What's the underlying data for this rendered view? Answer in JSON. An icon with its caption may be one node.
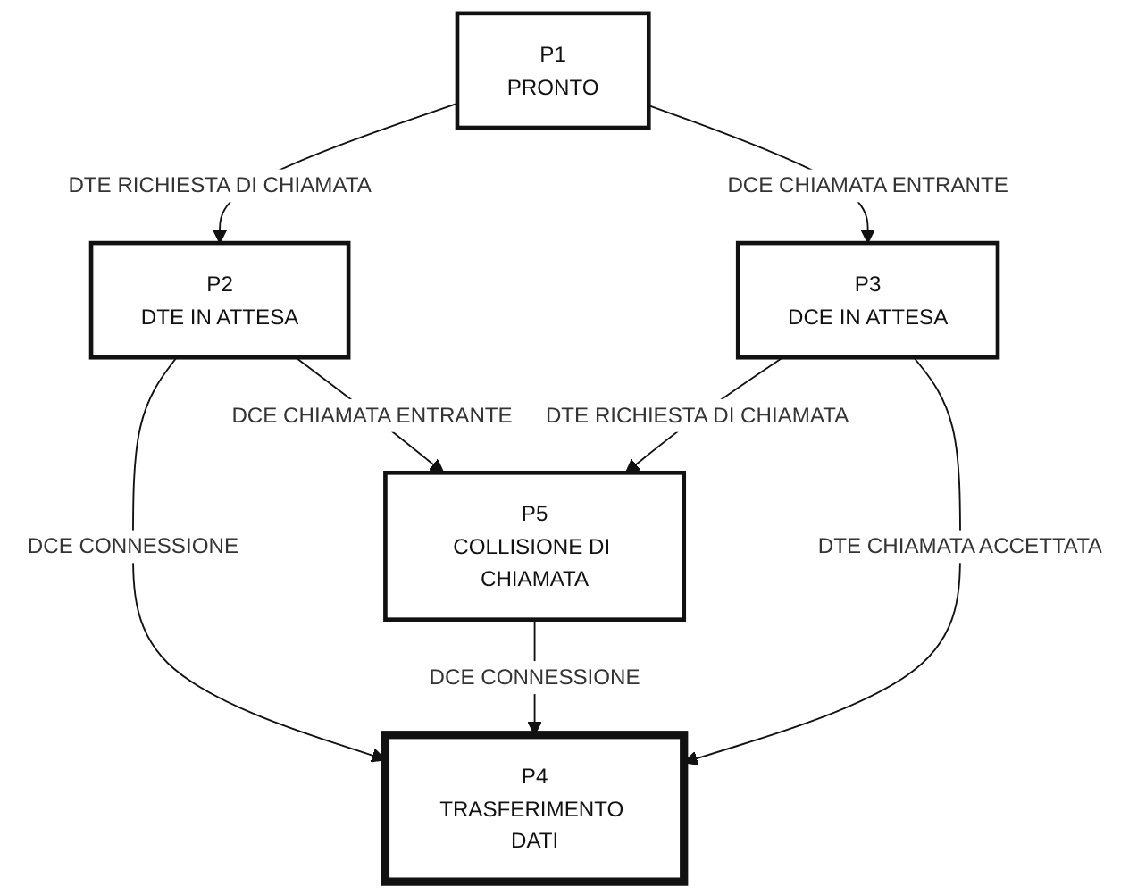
{
  "diagram": {
    "nodes": [
      {
        "text": [
          "P1",
          "PRONTO"
        ]
      },
      {
        "text": [
          "P2",
          "DTE IN ATTESA"
        ]
      },
      {
        "text": [
          "P3",
          "DCE IN ATTESA"
        ]
      },
      {
        "text": [
          "P5",
          "COLLISIONE DI CHIAMATA"
        ]
      },
      {
        "text": [
          "P4",
          "TRASFERIMENTO DATI"
        ]
      }
    ],
    "edges": [
      {
        "from": 0,
        "to": 1,
        "arrow": "to",
        "label": "DTE RICHIESTA DI CHIAMATA"
      },
      {
        "from": 0,
        "to": 2,
        "arrow": "to",
        "label": "DCE CHIAMATA ENTRANTE"
      },
      {
        "from": 1,
        "to": 3,
        "arrow": "to",
        "label": "DCE CHIAMATA ENTRANTE"
      },
      {
        "from": 2,
        "to": 3,
        "arrow": "to",
        "label": "DTE RICHIESTA DI CHIAMATA"
      },
      {
        "from": 1,
        "to": 4,
        "arrow": "to",
        "label": "DCE CONNESSIONE"
      },
      {
        "from": 3,
        "to": 4,
        "arrow": "to",
        "label": "DCE CONNESSIONE"
      },
      {
        "from": 2,
        "to": 4,
        "arrow": "to",
        "label": "DTE CHIAMATA ACCETTATA"
      }
    ]
  }
}
